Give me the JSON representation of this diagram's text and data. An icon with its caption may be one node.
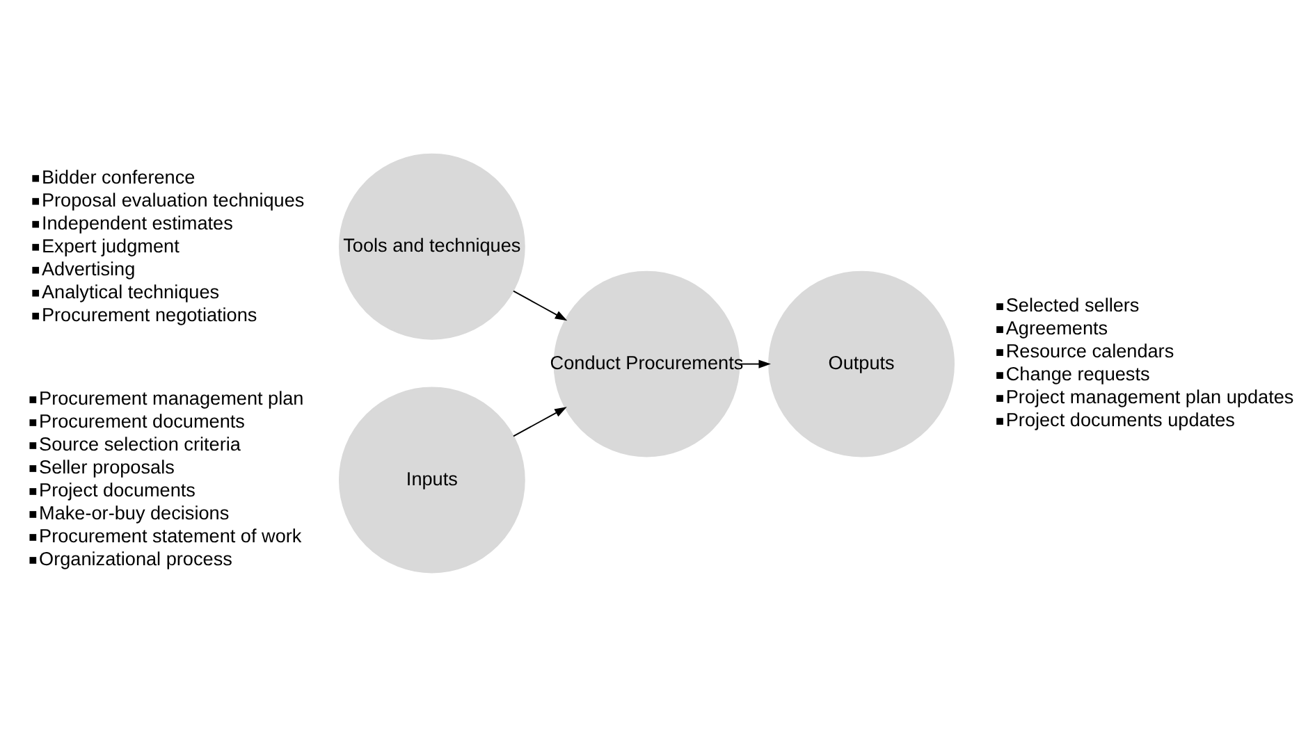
{
  "diagram": {
    "nodes": [
      {
        "text": [
          "Inputs"
        ],
        "beside": [
          "Procurement management plan",
          "Procurement documents",
          "Source selection criteria",
          "Seller proposals",
          "Project documents",
          "Make-or-buy decisions",
          "Procurement statement of work",
          "Organizational process"
        ]
      },
      {
        "text": [
          "Tools and techniques"
        ],
        "beside": [
          "Bidder conference",
          "Proposal evaluation techniques",
          "Independent estimates",
          "Expert judgment",
          "Advertising",
          "Analytical techniques",
          "Procurement negotiations"
        ]
      },
      {
        "text": [
          "Conduct Procurements"
        ]
      },
      {
        "text": [
          "Outputs"
        ],
        "beside": [
          "Selected sellers",
          "Agreements",
          "Resource calendars",
          "Change requests",
          "Project management plan updates",
          "Project documents updates"
        ]
      }
    ],
    "edges": [
      {
        "from": 0,
        "to": 2,
        "arrow": "to"
      },
      {
        "from": 1,
        "to": 2,
        "arrow": "to"
      },
      {
        "from": 2,
        "to": 3,
        "arrow": "to"
      }
    ]
  }
}
